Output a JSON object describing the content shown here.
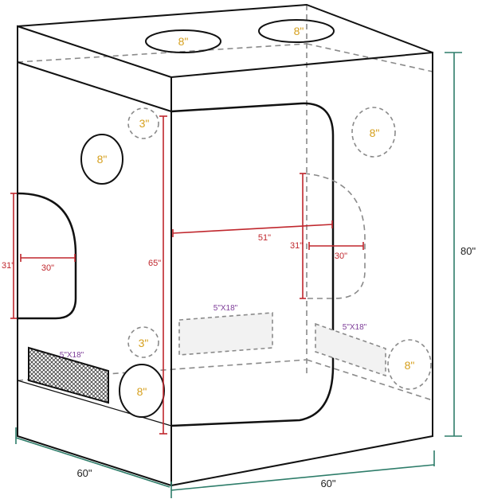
{
  "colors": {
    "outline": "#111111",
    "dashed": "#8a8a8a",
    "port_label": "#d6a01e",
    "dim_red": "#c0272d",
    "dim_green": "#2e7d6a",
    "vent_label": "#7d3c98",
    "hidden_fill": "#f2f2f2"
  },
  "ports": {
    "top_front": "8\"",
    "top_back": "8\"",
    "left_upper_small": "3\"",
    "left_wall": "8\"",
    "right_wall_upper": "8\"",
    "left_lower_small": "3\"",
    "bottom_front": "8\"",
    "right_wall_lower": "8\""
  },
  "vents": {
    "left": "5\"X18\"",
    "front": "5\"X18\"",
    "right": "5\"X18\""
  },
  "dimensions": {
    "height": "80\"",
    "width_front": "60\"",
    "depth_left": "60\"",
    "door_height": "65\"",
    "door_width": "51\"",
    "side_door_height": "31\"",
    "side_door_width": "30\"",
    "right_door_height": "31\"",
    "right_door_width": "30\""
  }
}
